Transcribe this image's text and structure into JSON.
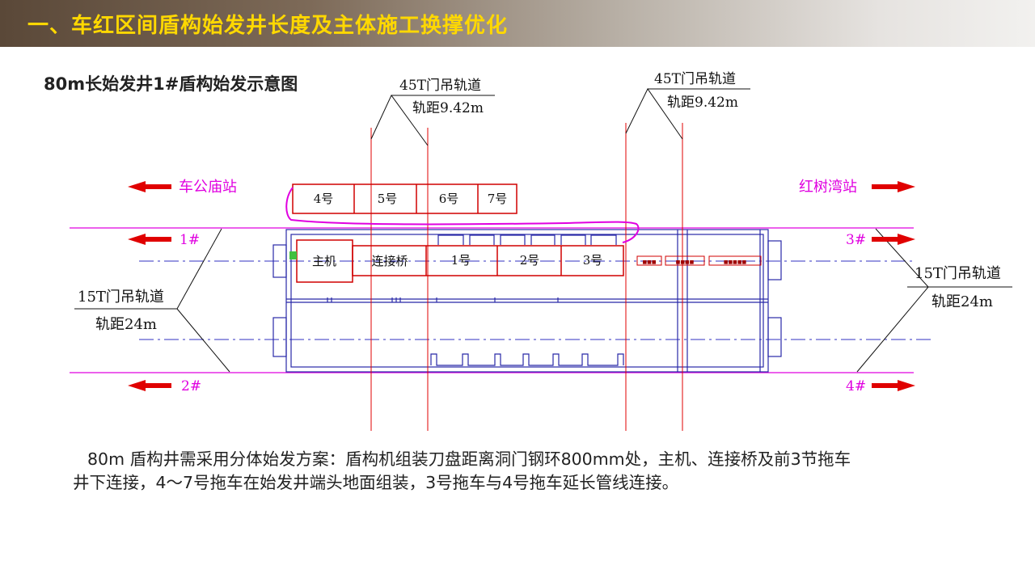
{
  "header": {
    "title": "一、车红区间盾构始发井长度及主体施工换撑优化"
  },
  "diagram": {
    "subtitle": "80m长始发井1#盾构始发示意图",
    "gantry_45t_left": {
      "label": "45T门吊轨道",
      "gauge": "轨距9.42m"
    },
    "gantry_45t_right": {
      "label": "45T门吊轨道",
      "gauge": "轨距9.42m"
    },
    "gantry_15t_left": {
      "label": "15T门吊轨道",
      "gauge": "轨距24m"
    },
    "gantry_15t_right": {
      "label": "15T门吊轨道",
      "gauge": "轨距24m"
    },
    "station_left": "车公庙站",
    "station_right": "红树湾站",
    "track_1": "1#",
    "track_2": "2#",
    "track_3": "3#",
    "track_4": "4#",
    "surface_trailers": [
      "4号",
      "5号",
      "6号",
      "7号"
    ],
    "main_machine": "主机",
    "connecting_bridge": "连接桥",
    "shaft_trailers": [
      "1号",
      "2号",
      "3号"
    ],
    "small_boxes": [
      "■■■",
      "■■■■",
      "■■■■■"
    ],
    "colors": {
      "red": "#e00000",
      "magenta": "#e000e0",
      "blue": "#2020a0",
      "dash": "#3030c0"
    }
  },
  "description": {
    "line1": "80m 盾构井需采用分体始发方案：盾构机组装刀盘距离洞门钢环800mm处，主机、连接桥及前3节拖车",
    "line2": "井下连接，4～7号拖车在始发井端头地面组装，3号拖车与4号拖车延长管线连接。"
  }
}
